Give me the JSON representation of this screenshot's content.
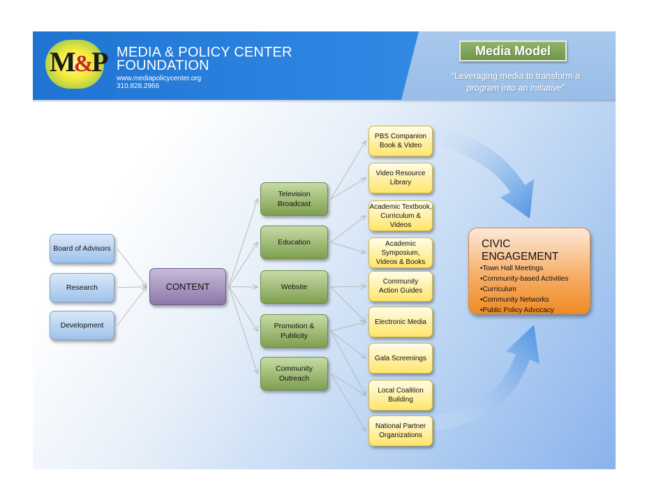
{
  "header": {
    "org_name_line1": "MEDIA & POLICY CENTER",
    "org_name_line2": "FOUNDATION",
    "website": "www.mediapolicycenter.org",
    "phone": "310.828.2966",
    "logo_text": "M&P",
    "logo_letter_m": "M",
    "logo_ampersand": "&",
    "logo_letter_p": "P",
    "model_title": "Media Model",
    "tagline_line1": "“Leveraging media to transform a",
    "tagline_program": "program",
    "tagline_into": " into an ",
    "tagline_initiative": "initiative",
    "tagline_close": "”"
  },
  "inputs": [
    {
      "id": "advisors",
      "lines": [
        "Board of Advisors"
      ]
    },
    {
      "id": "research",
      "lines": [
        "Research"
      ]
    },
    {
      "id": "development",
      "lines": [
        "Development"
      ]
    }
  ],
  "hub": {
    "id": "content",
    "label": "CONTENT"
  },
  "channels": [
    {
      "id": "tv",
      "lines": [
        "Television",
        "Broadcast"
      ]
    },
    {
      "id": "education",
      "lines": [
        "Education"
      ]
    },
    {
      "id": "website",
      "lines": [
        "Website"
      ]
    },
    {
      "id": "promotion",
      "lines": [
        "Promotion &",
        "Publicity"
      ]
    },
    {
      "id": "outreach",
      "lines": [
        "Community",
        "Outreach"
      ]
    }
  ],
  "outputs": [
    {
      "id": "pbs",
      "lines": [
        "PBS Companion",
        "Book & Video"
      ]
    },
    {
      "id": "library",
      "lines": [
        "Video Resource",
        "Library"
      ]
    },
    {
      "id": "textbook",
      "lines": [
        "Academic Textbook,",
        "Curriculum & Videos"
      ]
    },
    {
      "id": "symposium",
      "lines": [
        "Academic Symposium,",
        "Videos & Books"
      ]
    },
    {
      "id": "guides",
      "lines": [
        "Community",
        "Action Guides"
      ]
    },
    {
      "id": "electronic",
      "lines": [
        "Electronic Media"
      ]
    },
    {
      "id": "gala",
      "lines": [
        "Gala Screenings"
      ]
    },
    {
      "id": "coalition",
      "lines": [
        "Local Coalition",
        "Building"
      ]
    },
    {
      "id": "partners",
      "lines": [
        "National Partner",
        "Organizations"
      ]
    }
  ],
  "civic": {
    "title": "CIVIC ENGAGEMENT",
    "items": [
      "•Town Hall Meetings",
      "•Community-based Activities",
      "•Curriculum",
      "•Community Networks",
      "•Public Policy Advocacy"
    ]
  },
  "edges": [
    [
      "advisors",
      "content"
    ],
    [
      "research",
      "content"
    ],
    [
      "development",
      "content"
    ],
    [
      "content",
      "tv"
    ],
    [
      "content",
      "education"
    ],
    [
      "content",
      "website"
    ],
    [
      "content",
      "promotion"
    ],
    [
      "content",
      "outreach"
    ],
    [
      "tv",
      "pbs"
    ],
    [
      "tv",
      "library"
    ],
    [
      "education",
      "textbook"
    ],
    [
      "education",
      "symposium"
    ],
    [
      "website",
      "guides"
    ],
    [
      "website",
      "electronic"
    ],
    [
      "promotion",
      "electronic"
    ],
    [
      "promotion",
      "gala"
    ],
    [
      "promotion",
      "coalition"
    ],
    [
      "outreach",
      "coalition"
    ],
    [
      "outreach",
      "partners"
    ]
  ],
  "colors": {
    "header_blue": "#2f86e2",
    "header_light": "#a9c9ec",
    "input_blue": "#9fc2eb",
    "hub_purple": "#8d77a8",
    "channel_green": "#7ea04f",
    "output_yellow": "#ffe56a",
    "civic_orange": "#ef8a24",
    "connector_gray": "#b9b9b9",
    "big_arrow_blue": "#4a90e2"
  }
}
